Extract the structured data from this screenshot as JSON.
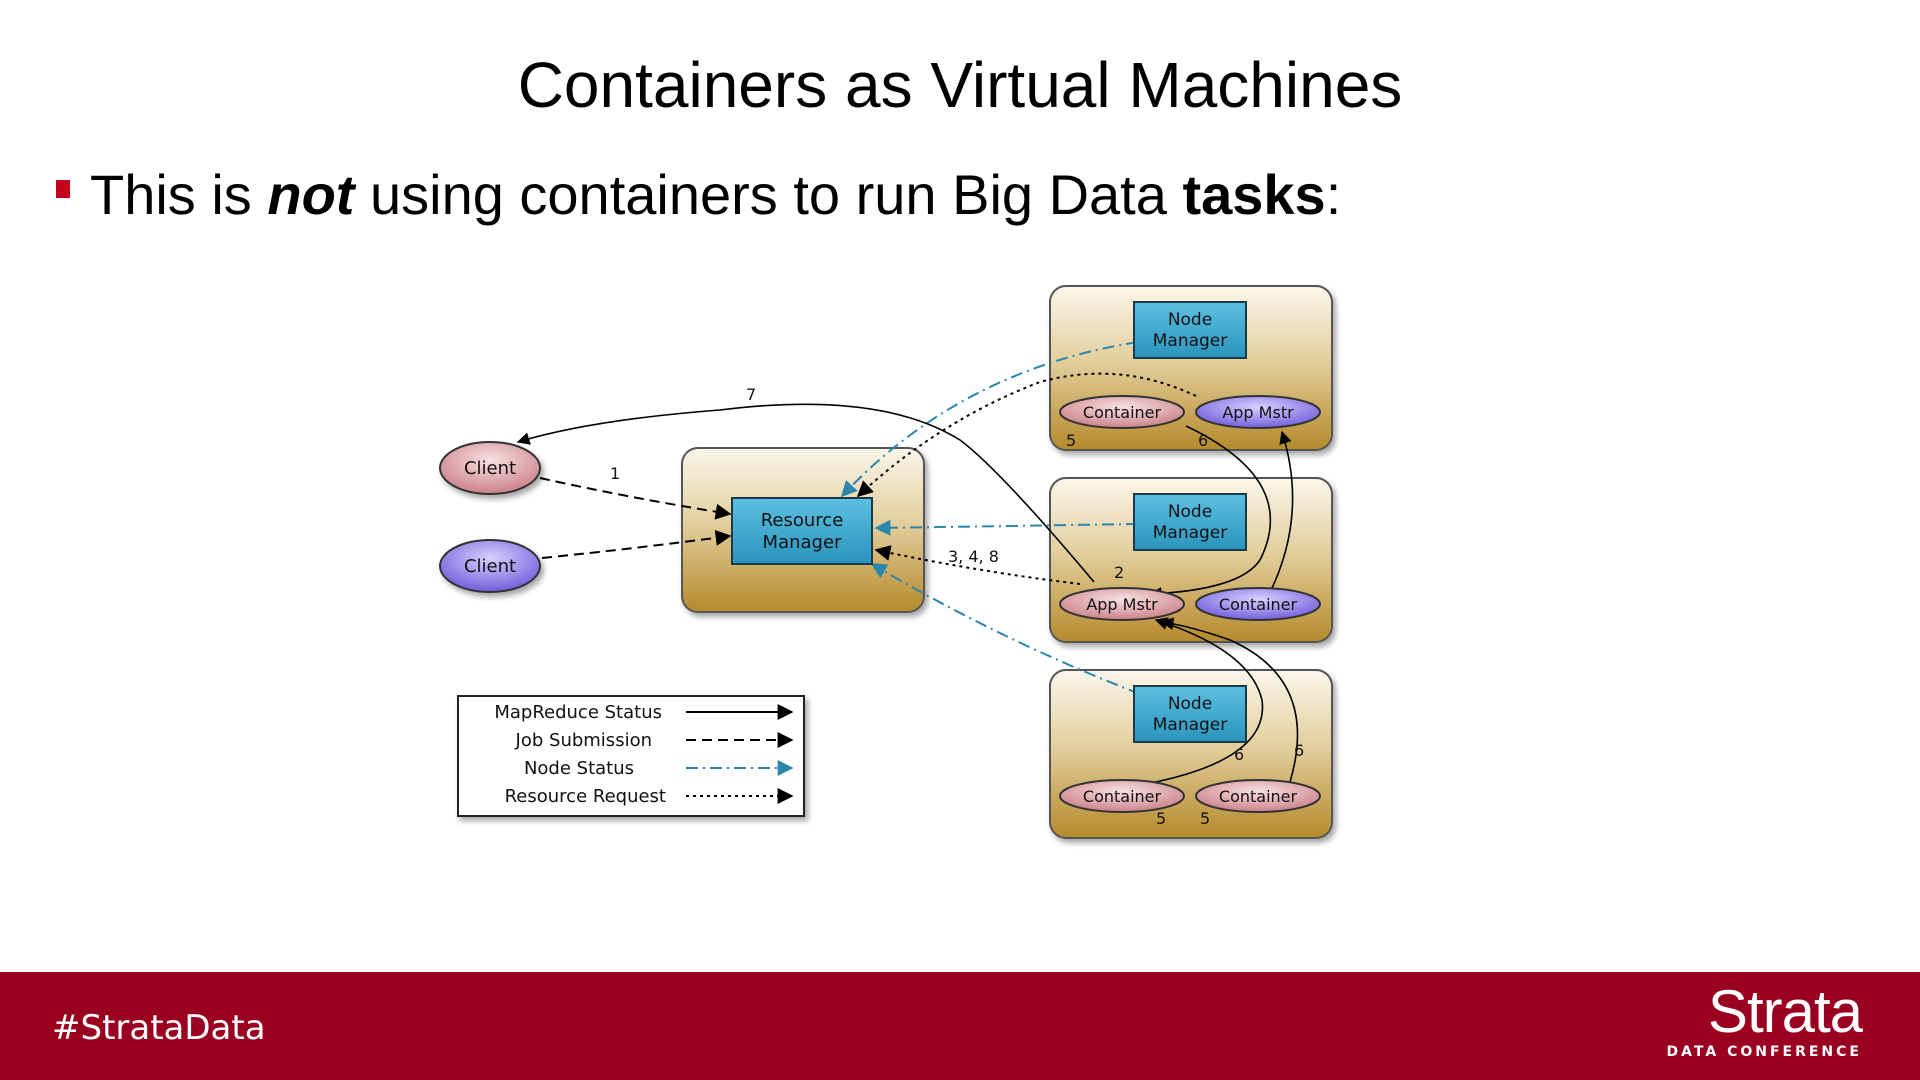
{
  "slide": {
    "title": "Containers as Virtual Machines",
    "bullet": {
      "pre": "This is ",
      "emph": "not",
      "mid": " using containers to run Big Data ",
      "strong": "tasks",
      "post": ":"
    }
  },
  "diagram": {
    "clients": [
      {
        "label": "Client",
        "color": "#d99aa0"
      },
      {
        "label": "Client",
        "color": "#8c7be0"
      }
    ],
    "resource_manager": {
      "line1": "Resource",
      "line2": "Manager"
    },
    "node_manager": {
      "line1": "Node",
      "line2": "Manager"
    },
    "nodes": [
      {
        "pills": [
          {
            "label": "Container",
            "color": "#d99aa0"
          },
          {
            "label": "App Mstr",
            "color": "#8c7be0"
          }
        ]
      },
      {
        "pills": [
          {
            "label": "App Mstr",
            "color": "#d99aa0"
          },
          {
            "label": "Container",
            "color": "#8c7be0"
          }
        ]
      },
      {
        "pills": [
          {
            "label": "Container",
            "color": "#d99aa0"
          },
          {
            "label": "Container",
            "color": "#d99aa0"
          }
        ]
      }
    ],
    "step_labels": {
      "s1": "1",
      "s2": "2",
      "s348": "3, 4, 8",
      "s7": "7",
      "n1_5": "5",
      "n1_6": "6",
      "n3_6a": "6",
      "n3_6b": "6",
      "n3_5a": "5",
      "n3_5b": "5"
    },
    "legend": [
      {
        "label": "MapReduce Status",
        "style": "solid",
        "color": "#000000"
      },
      {
        "label": "Job Submission",
        "style": "dashed",
        "color": "#000000"
      },
      {
        "label": "Node Status",
        "style": "dashdot",
        "color": "#2a86ad"
      },
      {
        "label": "Resource Request",
        "style": "dotted",
        "color": "#000000"
      }
    ]
  },
  "footer": {
    "hashtag": "#StrataData",
    "brand": "Strata",
    "brand_sub": "DATA CONFERENCE"
  }
}
